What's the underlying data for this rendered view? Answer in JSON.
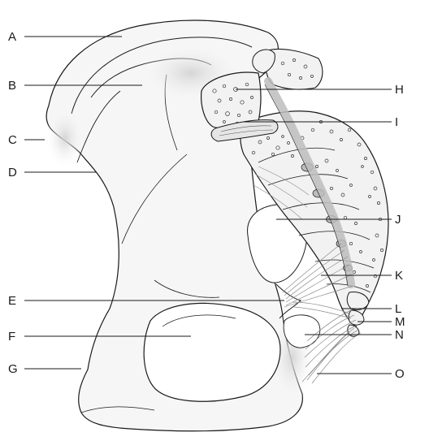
{
  "labels": {
    "left": [
      "A",
      "B",
      "C",
      "D",
      "E",
      "F",
      "G"
    ],
    "right": [
      "H",
      "I",
      "J",
      "K",
      "L",
      "M",
      "N",
      "O"
    ]
  },
  "colors": {
    "ink": "#1a1a1a",
    "bone_fill": "#f4f4f4",
    "shade": "#d6d6d6",
    "ligament": "#9a9a9a"
  }
}
